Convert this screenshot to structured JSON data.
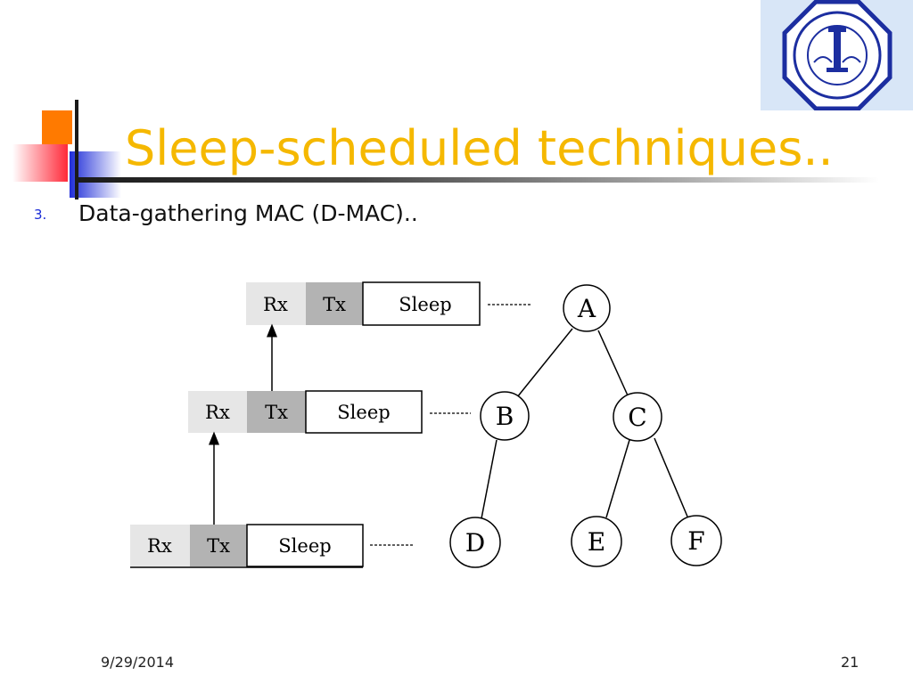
{
  "slide": {
    "title": "Sleep-scheduled techniques..",
    "bullet_number": "3.",
    "bullet_text": "Data-gathering MAC (D-MAC)..",
    "footer_date": "9/29/2014",
    "page_number": "21"
  },
  "diagram": {
    "slots": {
      "rx": "Rx",
      "tx": "Tx",
      "sleep": "Sleep"
    },
    "nodes": [
      "A",
      "B",
      "C",
      "D",
      "E",
      "F"
    ]
  },
  "colors": {
    "title": "#f5b800",
    "bullet_number": "#1a2bd6",
    "rx_fill": "#e6e6e6",
    "tx_fill": "#b3b3b3",
    "logo_bg": "#d8e6f7"
  }
}
